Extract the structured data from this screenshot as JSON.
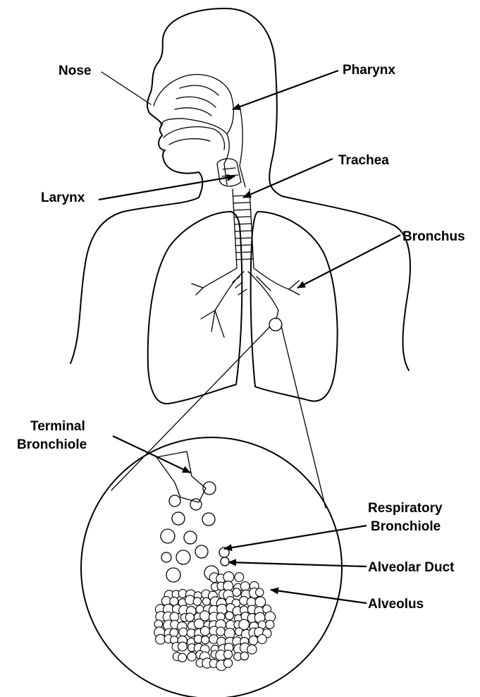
{
  "labels": {
    "nose": "Nose",
    "pharynx": "Pharynx",
    "trachea": "Trachea",
    "larynx": "Larynx",
    "bronchus": "Bronchus",
    "terminal_bronchiole_line1": "Terminal",
    "terminal_bronchiole_line2": "Bronchiole",
    "respiratory_bronchiole_line1": "Respiratory",
    "respiratory_bronchiole_line2": "Bronchiole",
    "alveolar_duct": "Alveolar Duct",
    "alveolus": "Alveolus"
  },
  "colors": {
    "line": "#000000",
    "background": "#ffffff"
  }
}
